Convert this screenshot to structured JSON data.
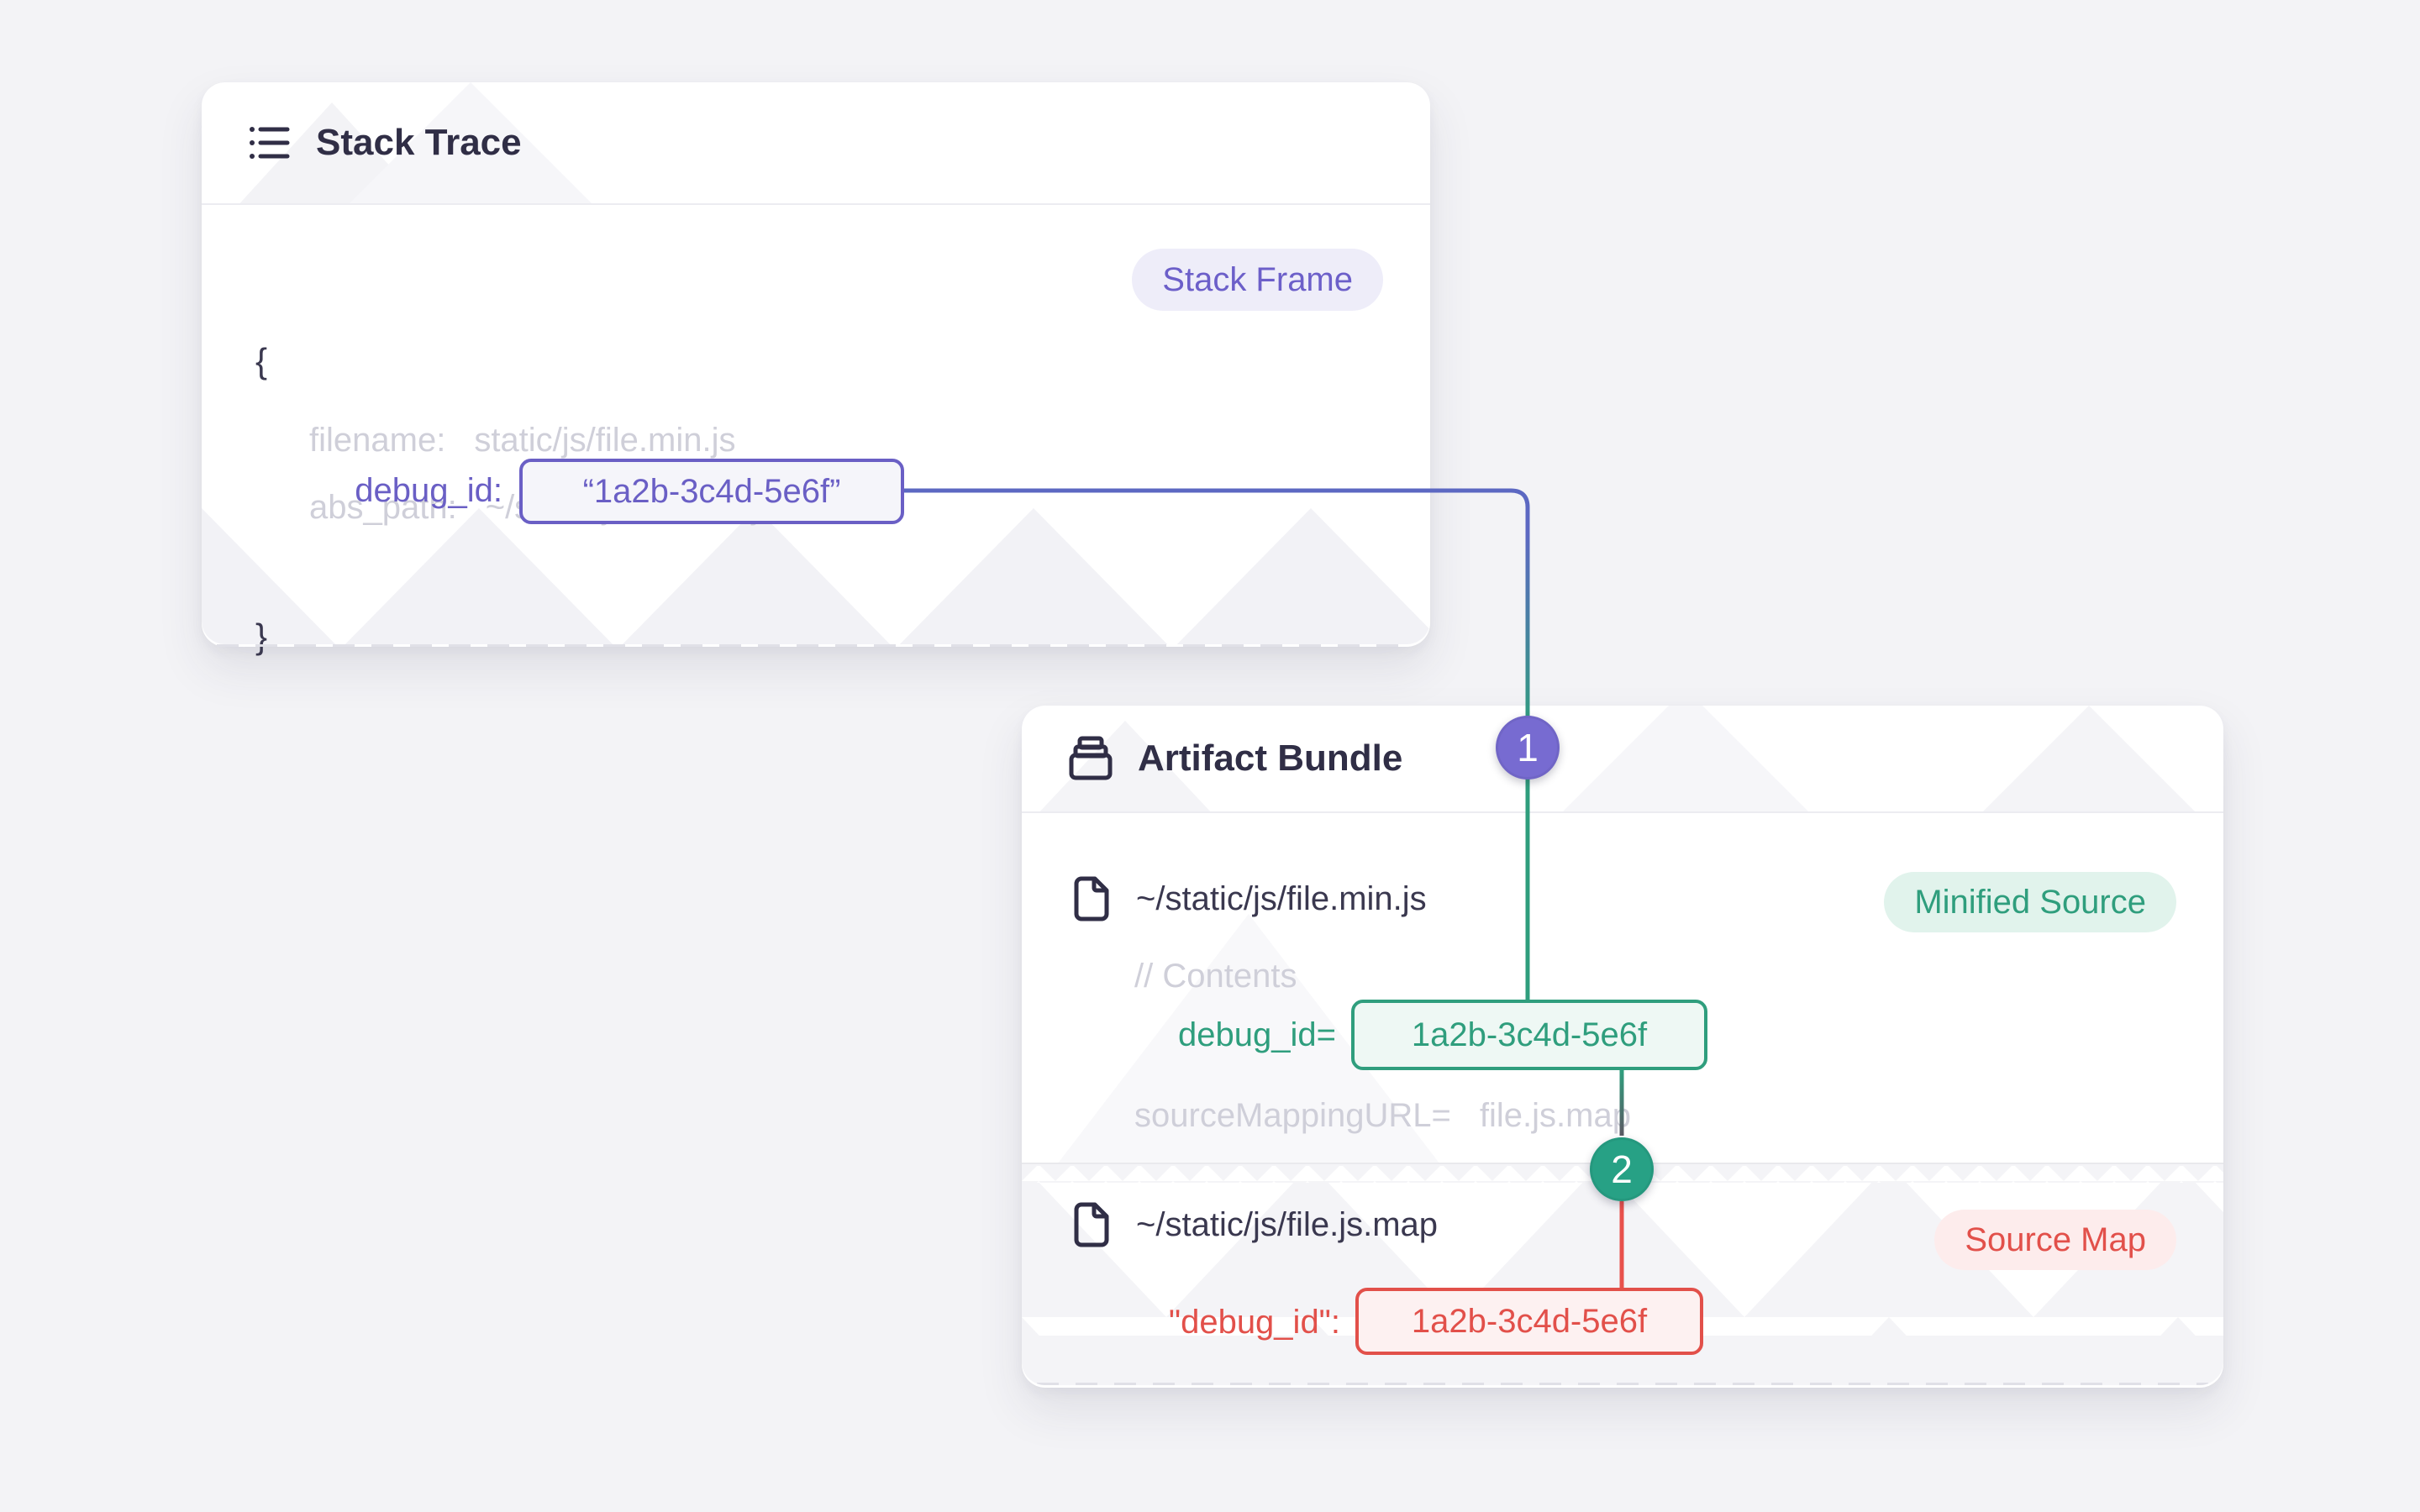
{
  "stack_trace": {
    "title": "Stack Trace",
    "badge": "Stack Frame",
    "brace_open": "{",
    "brace_close": "}",
    "rows": {
      "filename_key": "filename:",
      "filename_value": "static/js/file.min.js",
      "abs_path_key": "abs_path:",
      "abs_path_value": "~/static/js/file.min.js",
      "debug_id_key": "debug_id:",
      "debug_id_value": "“1a2b-3c4d-5e6f”"
    }
  },
  "artifact_bundle": {
    "title": "Artifact Bundle",
    "minified": {
      "path": "~/static/js/file.min.js",
      "badge": "Minified Source",
      "comment": "// Contents",
      "debug_id_key": "debug_id=",
      "debug_id_value": "1a2b-3c4d-5e6f",
      "source_mapping_key": "sourceMappingURL=",
      "source_mapping_value": "file.js.map"
    },
    "source_map": {
      "path": "~/static/js/file.js.map",
      "badge": "Source Map",
      "debug_id_key": "\"debug_id\":",
      "debug_id_value": "1a2b-3c4d-5e6f"
    }
  },
  "steps": {
    "one": "1",
    "two": "2"
  },
  "icons": {
    "stack_trace_header": "list-icon",
    "artifact_bundle_header": "archive-box-icon",
    "file_rows": "file-icon"
  },
  "colors": {
    "purple_accent": "#6a5fc5",
    "purple_line": "#5c68c2",
    "purple_circle": "#776bd1",
    "teal_accent": "#2f9e7d",
    "teal_circle": "#27a185",
    "red_accent": "#e2504a",
    "badge_purple_bg": "#eeedf9",
    "badge_mint_bg": "#e1f3ec",
    "badge_pink_bg": "#fdecec",
    "page_background": "#f3f3f6",
    "card_background": "#ffffff",
    "muted_text": "#cfcfd9",
    "dark_text": "#302e46"
  }
}
